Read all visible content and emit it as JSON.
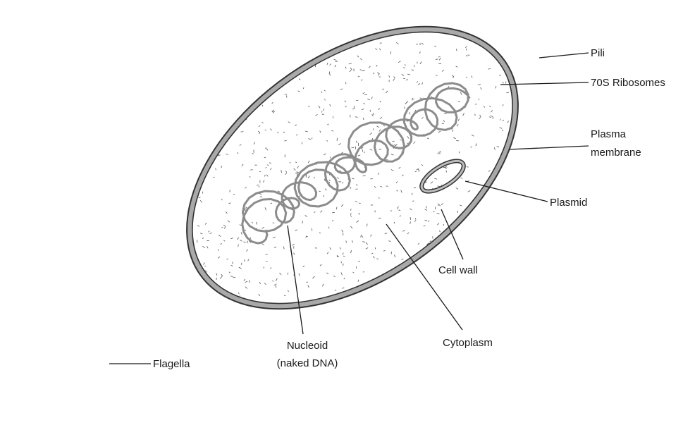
{
  "labels": {
    "pili": "Pili",
    "ribosomes": "70S Ribosomes",
    "plasma_membrane_line1": "Plasma",
    "plasma_membrane_line2": "membrane",
    "plasmid": "Plasmid",
    "cell_wall": "Cell wall",
    "cytoplasm": "Cytoplasm",
    "nucleoid_line1": "Nucleoid",
    "nucleoid_line2": "(naked DNA)",
    "flagella": "Flagella"
  },
  "colors": {
    "cell_wall": "#a9a9a9",
    "outline": "#333333",
    "dna": "#8c8c8c",
    "text": "#1a1a1a",
    "ribosome_dots": "#555555"
  },
  "icons": {
    "cell": "bacterium-illustration"
  }
}
